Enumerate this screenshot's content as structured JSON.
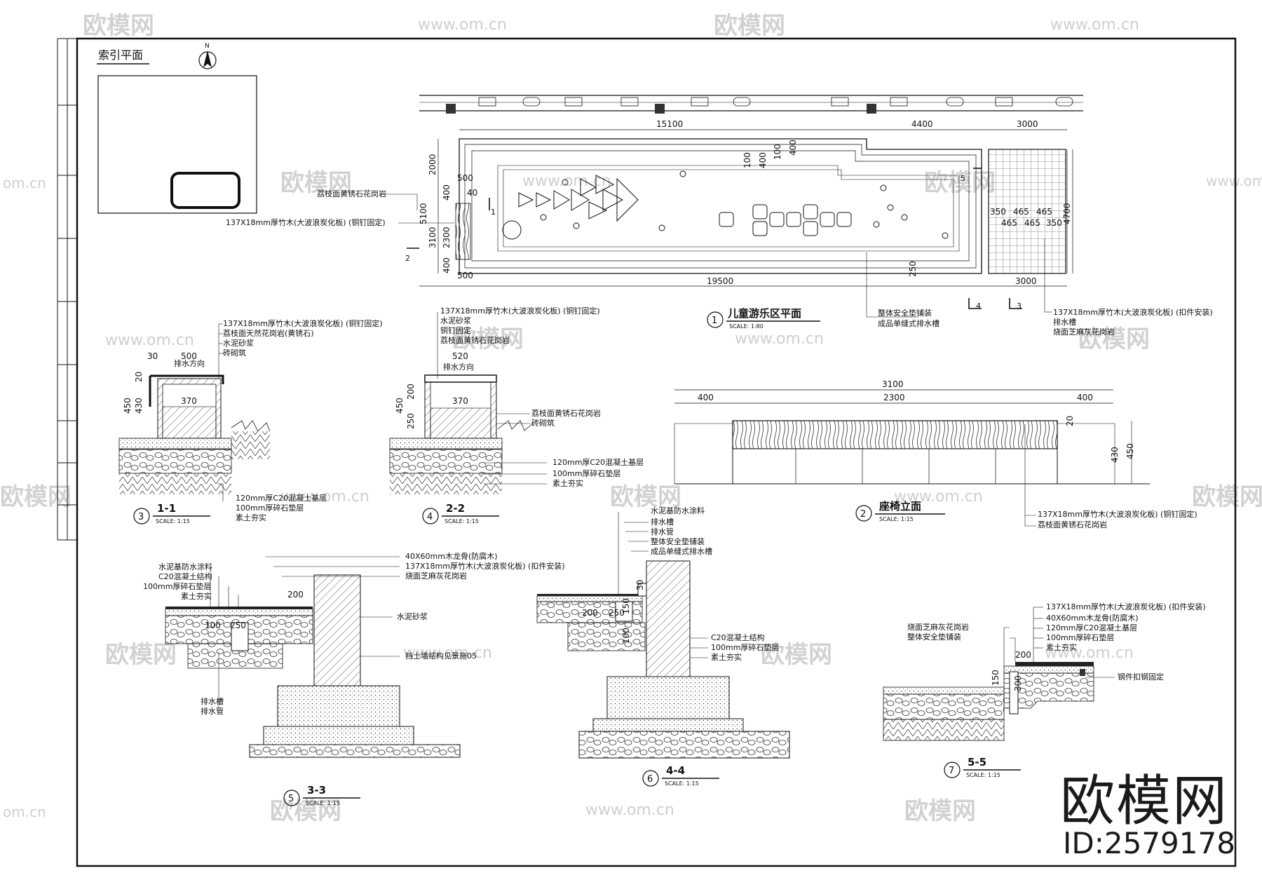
{
  "watermark": {
    "brand": "欧模网",
    "url": "www.om.cn",
    "url_short": "om.cn"
  },
  "index_plan": {
    "title": "索引平面",
    "north": "N"
  },
  "plan": {
    "title": "儿童游乐区平面",
    "number": "1",
    "scale": "SCALE:  1:80",
    "dims": {
      "top_a": "15100",
      "top_b": "4400",
      "top_c": "3000",
      "bottom_a": "19500",
      "bottom_b": "3000",
      "left_1": "2000",
      "left_2": "5100",
      "left_3": "3100",
      "left_4": "2300",
      "left_5": "400",
      "left_6": "400",
      "left_top": "500",
      "left_bot": "500",
      "right_h": "4700",
      "step_1": "100",
      "step_2": "400",
      "step_3": "100",
      "step_4": "400",
      "grid_1": "350",
      "grid_2": "465",
      "grid_3": "465",
      "grid_4": "465",
      "grid_5": "465",
      "grid_6": "350",
      "b_250": "250",
      "b_40": "40"
    },
    "cut_marks": [
      "1",
      "2",
      "3",
      "4",
      "5"
    ],
    "labels": {
      "stone_top": "荔枝面黄锈石花岗岩",
      "wood_left": "137X18mm厚竹木(大波浪炭化板) (铜钉固定)",
      "mat": "整体安全垫铺装",
      "drain": "成品单缝式排水槽",
      "wood_right": "137X18mm厚竹木(大波浪炭化板) (扣件安装)",
      "gutter": "排水槽",
      "granite_flamed": "烧面芝麻灰花岗岩"
    }
  },
  "sec_1_1": {
    "title": "1-1",
    "number": "3",
    "scale": "SCALE:  1:15",
    "labels": [
      "137X18mm厚竹木(大波浪炭化板) (铜钉固定)",
      "荔枝面天然花岗岩(黄锈石)",
      "水泥砂浆",
      "砖砌筑"
    ],
    "bottom_labels": [
      "120mm厚C20混凝土基层",
      "100mm厚碎石垫层",
      "素土夯实"
    ],
    "dims": {
      "d30": "30",
      "d500": "500",
      "d370": "370",
      "d450": "450",
      "d430": "430",
      "d20": "20"
    },
    "drain_text": "排水方向"
  },
  "sec_2_2": {
    "title": "2-2",
    "number": "4",
    "scale": "SCALE:  1:15",
    "labels": [
      "137X18mm厚竹木(大波浪炭化板) (铜钉固定)",
      "水泥砂浆",
      "铜钉固定",
      "荔枝面黄锈石花岗岩"
    ],
    "side_labels": [
      "荔枝面黄锈石花岗岩",
      "砖砌筑"
    ],
    "bottom_labels": [
      "120mm厚C20混凝土基层",
      "100mm厚碎石垫层",
      "素土夯实"
    ],
    "dims": {
      "d520": "520",
      "d370": "370",
      "d450": "450",
      "d200": "200",
      "d250": "250"
    },
    "drain_text": "排水方向"
  },
  "bench": {
    "title": "座椅立面",
    "number": "2",
    "scale": "SCALE:  1:15",
    "dims": {
      "total": "3100",
      "left": "400",
      "mid": "2300",
      "right": "400",
      "h1": "430",
      "h2": "450",
      "top": "20"
    },
    "labels": [
      "137X18mm厚竹木(大波浪炭化板) (铜钉固定)",
      "荔枝面黄锈石花岗岩"
    ]
  },
  "sec_3_3": {
    "title": "3-3",
    "number": "5",
    "scale": "SCALE:  1:15",
    "left_labels": [
      "水泥基防水涂料",
      "C20混凝土结构",
      "100mm厚碎石垫层",
      "素土夯实"
    ],
    "top_labels": [
      "40X60mm木龙骨(防腐木)",
      "137X18mm厚竹木(大波浪炭化板) (扣件安装)",
      "烧面芝麻灰花岗岩"
    ],
    "right_labels": [
      "水泥砂浆",
      "挡土墙结构见景施05"
    ],
    "bottom_labels": [
      "排水槽",
      "排水管"
    ],
    "dims": {
      "d200": "200",
      "d100": "100",
      "d250": "250"
    }
  },
  "sec_4_4": {
    "title": "4-4",
    "number": "6",
    "scale": "SCALE:  1:15",
    "top_labels": [
      "水泥基防水涂料",
      "排水槽",
      "排水管",
      "整体安全垫铺装",
      "成品单缝式排水槽"
    ],
    "right_labels": [
      "C20混凝土结构",
      "100mm厚碎石垫层",
      "素土夯实"
    ],
    "dims": {
      "d200": "200",
      "d250": "250",
      "d100": "100",
      "d150": "150",
      "d30": "30"
    }
  },
  "sec_5_5": {
    "title": "5-5",
    "number": "7",
    "scale": "SCALE:  1:15",
    "left_labels": [
      "烧面芝麻灰花岗岩",
      "整体安全垫铺装"
    ],
    "top_labels": [
      "137X18mm厚竹木(大波浪炭化板) (扣件安装)",
      "40X60mm木龙骨(防腐木)",
      "120mm厚C20混凝土基层",
      "100mm厚碎石垫层",
      "素土夯实"
    ],
    "right_label": "钢件扣钢固定",
    "dims": {
      "d200": "200",
      "d150": "150",
      "d300": "300"
    }
  },
  "branding": {
    "name": "欧模网",
    "id": "ID:2579178"
  }
}
